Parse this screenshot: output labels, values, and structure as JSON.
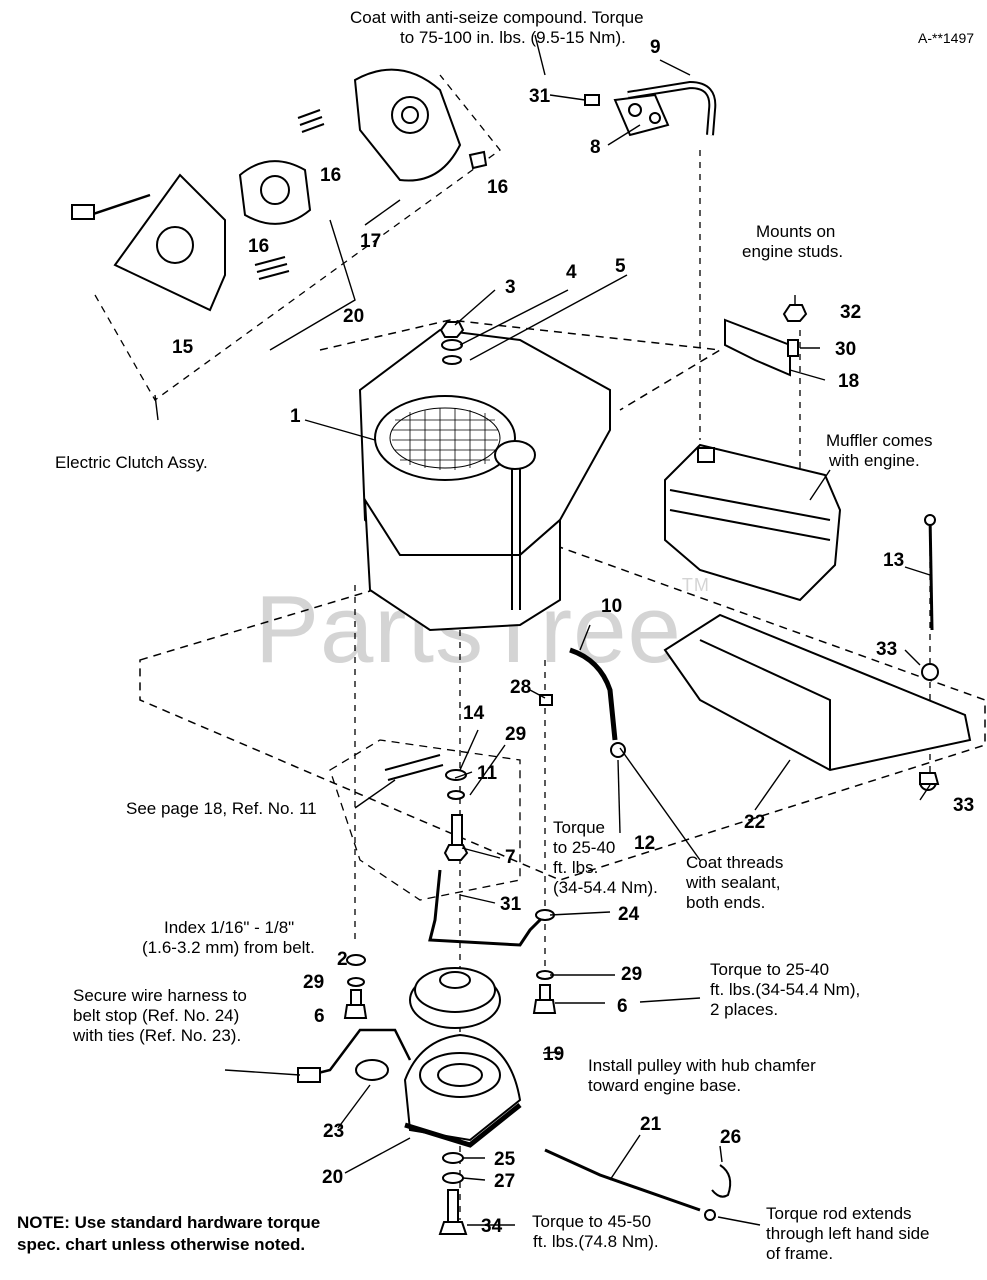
{
  "diagram_id": "A-**1497",
  "watermark": {
    "text": "PartsTree",
    "tm": "TM"
  },
  "callouts": {
    "coat_anti_seize": [
      "Coat with anti-seize compound. Torque",
      "to 75-100 in. lbs. (9.5-15 Nm)."
    ],
    "mounts_engine": [
      "Mounts on",
      "engine studs."
    ],
    "muffler": [
      "Muffler comes",
      "with engine."
    ],
    "electric_clutch": "Electric Clutch Assy.",
    "see_page": "See page 18, Ref. No. 11",
    "torque_25_40_a": [
      "Torque",
      "to 25-40",
      "ft. lbs.",
      "(34-54.4 Nm)."
    ],
    "coat_threads": [
      "Coat threads",
      "with sealant,",
      "both ends."
    ],
    "index": [
      "Index 1/16\" - 1/8\"",
      "(1.6-3.2 mm) from belt."
    ],
    "secure_wire": [
      "Secure wire harness to",
      "belt stop (Ref. No. 24)",
      "with ties (Ref. No. 23)."
    ],
    "torque_25_40_b": [
      "Torque to 25-40",
      "ft. lbs.(34-54.4 Nm),",
      "2 places."
    ],
    "install_pulley": [
      "Install pulley with hub chamfer",
      "toward engine base."
    ],
    "torque_45_50": [
      "Torque to 45-50",
      "ft. lbs.(74.8 Nm)."
    ],
    "torque_rod": [
      "Torque rod extends",
      "through left hand side",
      "of frame."
    ],
    "note": [
      "NOTE: Use standard hardware torque",
      "spec. chart unless otherwise noted."
    ]
  },
  "ref_numbers": [
    "1",
    "2",
    "3",
    "4",
    "5",
    "6",
    "6",
    "7",
    "8",
    "9",
    "10",
    "11",
    "12",
    "13",
    "14",
    "15",
    "16",
    "16",
    "16",
    "17",
    "18",
    "19",
    "20",
    "20",
    "21",
    "22",
    "23",
    "24",
    "25",
    "26",
    "27",
    "28",
    "29",
    "29",
    "29",
    "30",
    "31",
    "31",
    "32",
    "33",
    "33",
    "34"
  ]
}
